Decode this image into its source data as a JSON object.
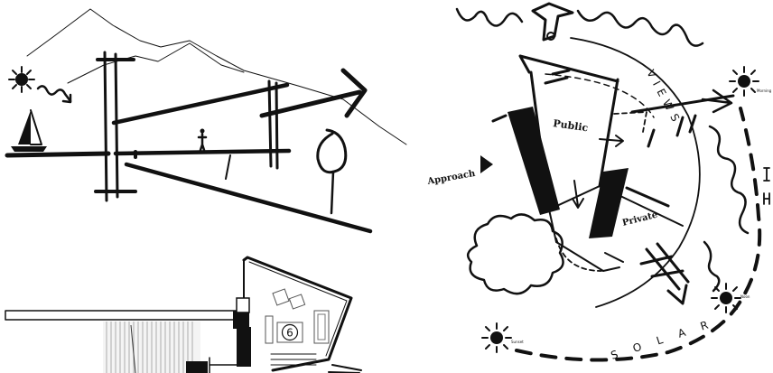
{
  "section": {},
  "concept": {
    "approach_label": "Approach",
    "public_label": "Public",
    "private_label": "Private",
    "views_label": "VIEWS",
    "solar_label": "SOLAR",
    "morning_label": "Morning",
    "noon_label": "Noon",
    "sunset_label": "Sunset"
  },
  "plan": {
    "room_number": "6"
  }
}
